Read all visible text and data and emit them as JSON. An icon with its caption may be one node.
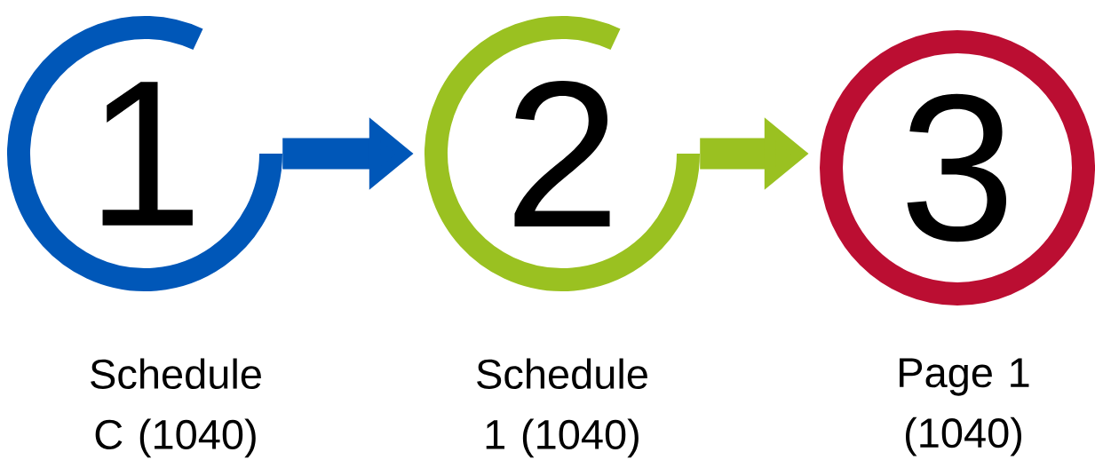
{
  "diagram": {
    "nodes": [
      {
        "text": [
          "1"
        ],
        "beside": [
          "Schedule C (1040)"
        ]
      },
      {
        "text": [
          "2"
        ],
        "beside": [
          "Schedule 1 (1040)"
        ]
      },
      {
        "text": [
          "3"
        ],
        "beside": [
          "Page 1 (1040)"
        ]
      }
    ],
    "edges": [
      {
        "from": 0,
        "to": 1,
        "arrow": "to",
        "color": "#0057b8"
      },
      {
        "from": 1,
        "to": 2,
        "arrow": "to",
        "color": "#9ac121"
      }
    ]
  }
}
